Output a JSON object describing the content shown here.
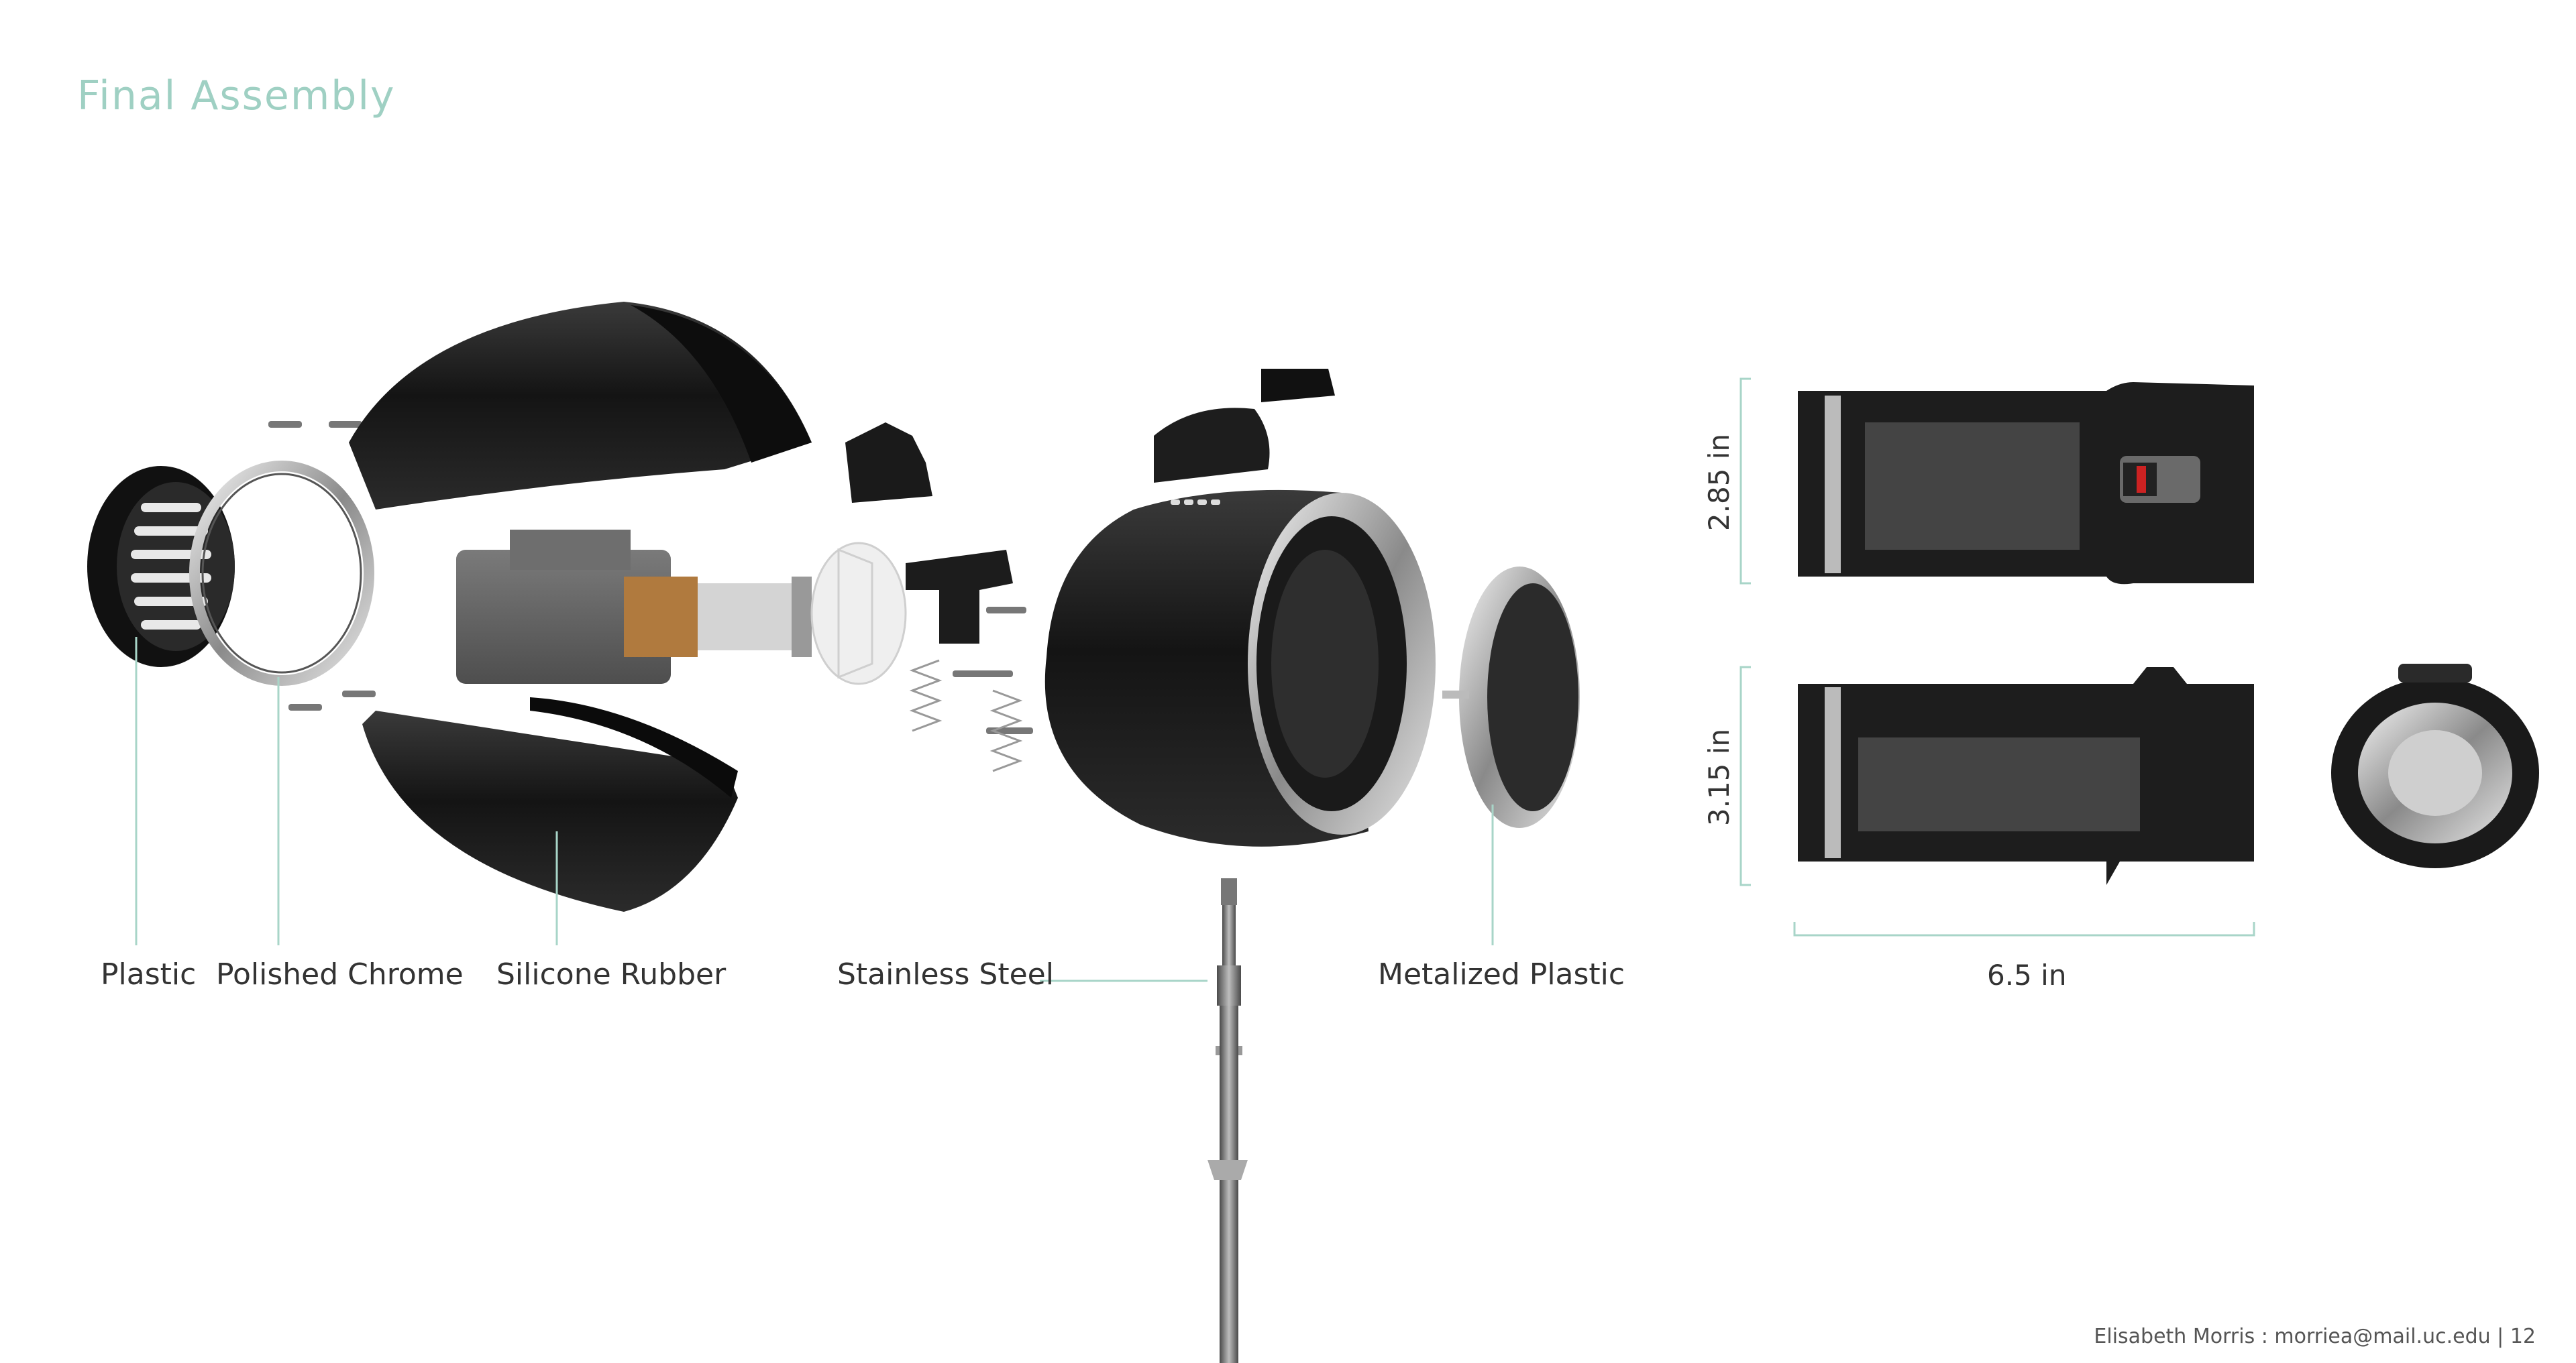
{
  "page": {
    "title": "Final Assembly",
    "footer": "Elisabeth Morris : morriea@mail.uc.edu | 12"
  },
  "materials": {
    "plastic": "Plastic",
    "polished_chrome": "Polished Chrome",
    "silicone_rubber": "Silicone Rubber",
    "stainless_steel": "Stainless Steel",
    "metalized_plastic": "Metalized Plastic"
  },
  "dimensions": {
    "height_top": "2.85 in",
    "height_side": "3.15 in",
    "length": "6.5 in"
  },
  "colors": {
    "accent": "#9fd0c3",
    "leader": "#a8d5c8",
    "body_dark": "#1a1a1a",
    "chrome": "#c8c8c8"
  }
}
